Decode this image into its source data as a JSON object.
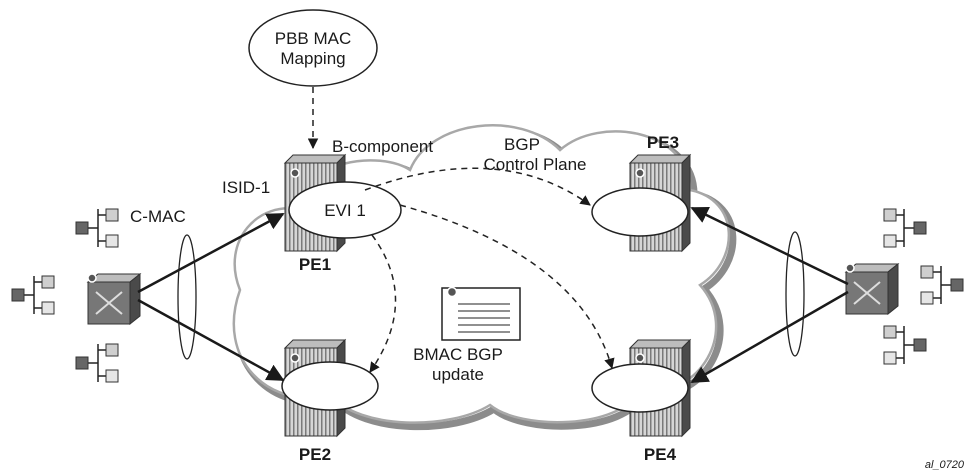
{
  "diagram": {
    "mapping_bubble": {
      "line1": "PBB  MAC",
      "line2": "Mapping"
    },
    "b_component_label": "B-component",
    "bgp_control_plane": {
      "line1": "BGP",
      "line2": "Control Plane"
    },
    "isid_label": "ISID-1",
    "evi_label": "EVI 1",
    "cmac_label": "C-MAC",
    "bmac_update": {
      "line1": "BMAC BGP",
      "line2": "update"
    },
    "routers": {
      "pe1": "PE1",
      "pe2": "PE2",
      "pe3": "PE3",
      "pe4": "PE4"
    },
    "figure_id": "al_0720"
  },
  "colors": {
    "cloud_stroke": "#a8a8a8",
    "cloud_shadow": "#8c8c8c",
    "router_dark": "#555555",
    "router_light": "#cfcfcf",
    "host_dark": "#666666",
    "host_light": "#d8d8d8"
  }
}
